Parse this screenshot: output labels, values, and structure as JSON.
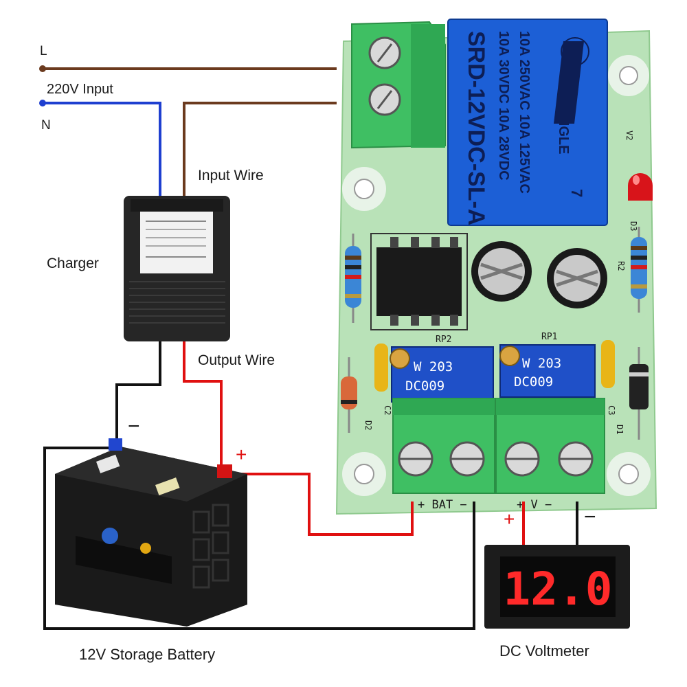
{
  "labels": {
    "line": "L",
    "input_220v": "220V Input",
    "neutral": "N",
    "input_wire": "Input Wire",
    "charger": "Charger",
    "output_wire": "Output Wire",
    "battery": "12V Storage Battery",
    "voltmeter": "DC Voltmeter"
  },
  "polarity": {
    "battery_minus": "−",
    "battery_plus": "+",
    "volt_plus": "+",
    "volt_minus": "−"
  },
  "relay": {
    "brand_logo": "cqc",
    "line1": "10A 250VAC  10A 125VAC",
    "line2": "10A 30VDC  10A 28VDC",
    "model": "SRD-12VDC-SL-A",
    "brand": "SONGLE",
    "pin_mark": "7"
  },
  "pcb": {
    "rp2": "RP2",
    "rp1": "RP1",
    "pot_code_a": "W 203",
    "pot_code_b": "DC009",
    "d2": "D2",
    "d1": "D1",
    "d3": "D3",
    "c2": "C2",
    "c3": "C3",
    "r2": "R2",
    "v2": "V2",
    "terminal_bat": "+ BAT −",
    "terminal_v": "+ V −"
  },
  "voltmeter_display": "12.0",
  "colors": {
    "wire_live": "#6b3a1e",
    "wire_neutral": "#1e3fd0",
    "wire_positive": "#e01010",
    "wire_negative": "#111111",
    "pcb": "#b9e2b8",
    "terminal": "#3fbf63",
    "relay": "#1c5fd6",
    "display_digits": "#ff2a2a"
  }
}
